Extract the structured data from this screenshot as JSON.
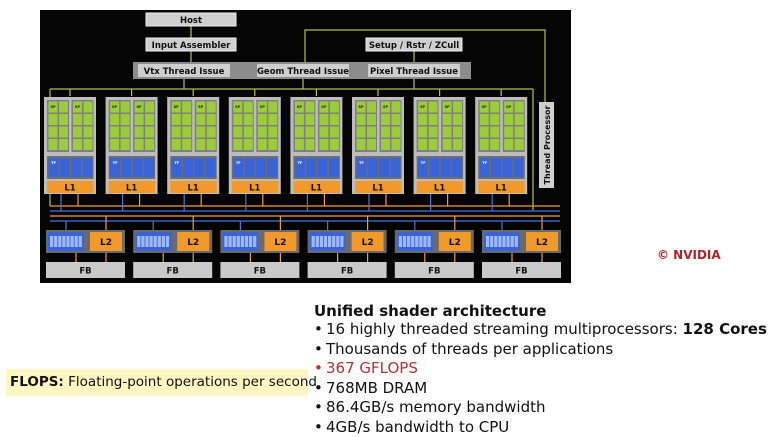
{
  "diagram": {
    "host": "Host",
    "input_assembler": "Input Assembler",
    "setup": "Setup / Rstr / ZCull",
    "issue": [
      "Vtx Thread Issue",
      "Geom Thread Issue",
      "Pixel Thread Issue"
    ],
    "thread_processor": "Thread Processor",
    "sp_label": "SP",
    "tf_label": "TF",
    "l1_label": "L1",
    "l2_label": "L2",
    "fb_label": "FB",
    "cluster_count": 8,
    "partition_count": 6,
    "colors": {
      "background": "#050505",
      "sp_fill": "#9ccc3c",
      "tf_fill": "#3a63d8",
      "cache_fill": "#f19a2b",
      "frame_fill": "#bdbdbd",
      "wire_green": "#a9c746",
      "wire_blue": "#4a74e0",
      "wire_orange": "#f0a030"
    }
  },
  "copyright": "© NVIDIA",
  "architecture": {
    "title": "Unified shader architecture",
    "bullets": [
      {
        "text": "16 highly threaded streaming multiprocessors: ",
        "strong": "128 Cores"
      },
      {
        "text": "Thousands of threads per applications",
        "strong": ""
      },
      {
        "text": "367 GFLOPS",
        "strong": ""
      },
      {
        "text": "768MB DRAM",
        "strong": ""
      },
      {
        "text": "86.4GB/s memory bandwidth",
        "strong": ""
      },
      {
        "text": "4GB/s bandwidth to CPU",
        "strong": ""
      }
    ]
  },
  "flops_note": {
    "term": "FLOPS:",
    "definition": "Floating-point operations per second"
  }
}
